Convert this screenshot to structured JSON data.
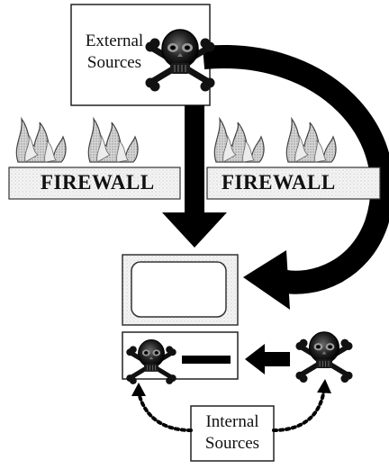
{
  "external_label_line1": "External",
  "external_label_line2": "Sources",
  "firewall_left": "FIREWALL",
  "firewall_right": "FIREWALL",
  "internal_label_line1": "Internal",
  "internal_label_line2": "Sources",
  "icons": {
    "threat": "skull-crossbones-icon",
    "flame": "fire-icon",
    "monitor": "computer-monitor-icon"
  }
}
